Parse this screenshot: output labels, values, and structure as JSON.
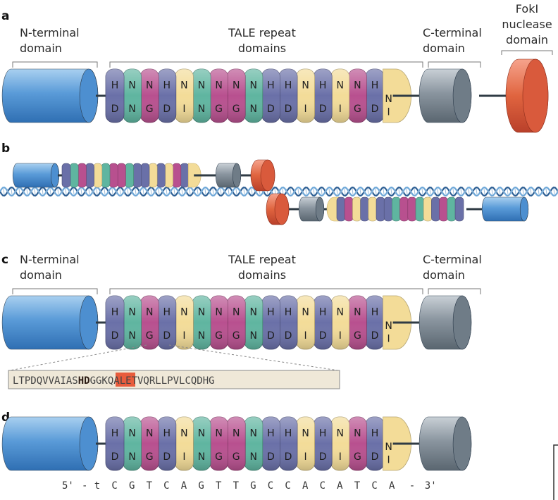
{
  "panels": {
    "a": "a",
    "b": "b",
    "c": "c",
    "d": "d"
  },
  "labels": {
    "n_terminal": [
      "N-terminal",
      "domain"
    ],
    "tale_repeat": [
      "TALE repeat",
      "domains"
    ],
    "c_terminal": [
      "C-terminal",
      "domain"
    ],
    "foki": [
      "FokI",
      "nuclease",
      "domain"
    ]
  },
  "repeats": [
    {
      "top": "H",
      "bottom": "D",
      "color": "#6a70a8"
    },
    {
      "top": "N",
      "bottom": "N",
      "color": "#5fb5a0"
    },
    {
      "top": "N",
      "bottom": "G",
      "color": "#b8508f"
    },
    {
      "top": "H",
      "bottom": "D",
      "color": "#6a70a8"
    },
    {
      "top": "N",
      "bottom": "I",
      "color": "#f3dc98"
    },
    {
      "top": "N",
      "bottom": "N",
      "color": "#5fb5a0"
    },
    {
      "top": "N",
      "bottom": "G",
      "color": "#b8508f"
    },
    {
      "top": "N",
      "bottom": "G",
      "color": "#b8508f"
    },
    {
      "top": "N",
      "bottom": "N",
      "color": "#5fb5a0"
    },
    {
      "top": "H",
      "bottom": "D",
      "color": "#6a70a8"
    },
    {
      "top": "H",
      "bottom": "D",
      "color": "#6a70a8"
    },
    {
      "top": "N",
      "bottom": "I",
      "color": "#f3dc98"
    },
    {
      "top": "H",
      "bottom": "D",
      "color": "#6a70a8"
    },
    {
      "top": "N",
      "bottom": "I",
      "color": "#f3dc98"
    },
    {
      "top": "N",
      "bottom": "G",
      "color": "#b8508f"
    },
    {
      "top": "H",
      "bottom": "D",
      "color": "#6a70a8"
    }
  ],
  "half_repeat": {
    "top": "N",
    "bottom": "I",
    "color": "#f3dc98"
  },
  "repeat_sequence": {
    "before": "LTPDQVVAIAS",
    "highlight": "HD",
    "after": "GGKQALETVQRLLPVLCQDHG"
  },
  "dna_sequence": {
    "prime5": "5'",
    "dash1": "-",
    "bases": [
      "t",
      "C",
      "G",
      "T",
      "C",
      "A",
      "G",
      "T",
      "T",
      "G",
      "C",
      "C",
      "A",
      "C",
      "A",
      "T",
      "C",
      "A"
    ],
    "dash2": "-",
    "prime3": "3'"
  },
  "colors": {
    "n_domain": "#4d8fd0",
    "c_domain": "#6f7c87",
    "foki": "#d95a3c",
    "rvd": "#6a70a8",
    "highlight": "#e85c3d"
  }
}
